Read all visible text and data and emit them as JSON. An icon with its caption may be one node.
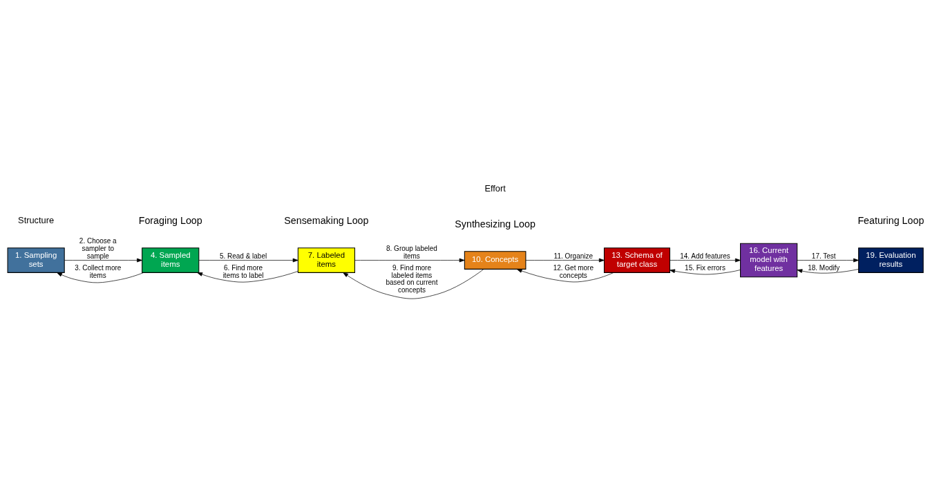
{
  "diagram": {
    "nodes": [
      {
        "text": [
          "1. Sampling sets"
        ]
      },
      {
        "text": [
          "4. Sampled items"
        ]
      },
      {
        "text": [
          "7. Labeled items"
        ]
      },
      {
        "text": [
          "10. Concepts"
        ]
      },
      {
        "text": [
          "13. Schema of target class"
        ]
      },
      {
        "text": [
          "16. Current model with features"
        ]
      },
      {
        "text": [
          "19. Evaluation results"
        ]
      }
    ],
    "edges": [
      {
        "from": 0,
        "to": 1,
        "arrow": "to",
        "label": "2. Choose a sampler to sample"
      },
      {
        "from": 1,
        "to": 0,
        "arrow": "to",
        "label": "3. Collect more items"
      },
      {
        "from": 1,
        "to": 2,
        "arrow": "to",
        "label": "5. Read & label"
      },
      {
        "from": 2,
        "to": 1,
        "arrow": "to",
        "label": "6. Find more items to label"
      },
      {
        "from": 2,
        "to": 3,
        "arrow": "to",
        "label": "8. Group labeled items"
      },
      {
        "from": 3,
        "to": 2,
        "arrow": "to",
        "label": "9. Find more labeled items based on current concepts"
      },
      {
        "from": 3,
        "to": 4,
        "arrow": "to",
        "label": "11. Organize"
      },
      {
        "from": 4,
        "to": 3,
        "arrow": "to",
        "label": "12. Get more concepts"
      },
      {
        "from": 4,
        "to": 5,
        "arrow": "to",
        "label": "14. Add features"
      },
      {
        "from": 5,
        "to": 4,
        "arrow": "to",
        "label": "15. Fix errors"
      },
      {
        "from": 5,
        "to": 6,
        "arrow": "to",
        "label": "17. Test"
      },
      {
        "from": 6,
        "to": 5,
        "arrow": "to",
        "label": "18. Modify"
      }
    ],
    "labels": [
      "Featuring Loop",
      "Sensemaking Loop",
      "Synthesizing Loop",
      "Foraging Loop",
      "Structure",
      "Effort"
    ]
  }
}
